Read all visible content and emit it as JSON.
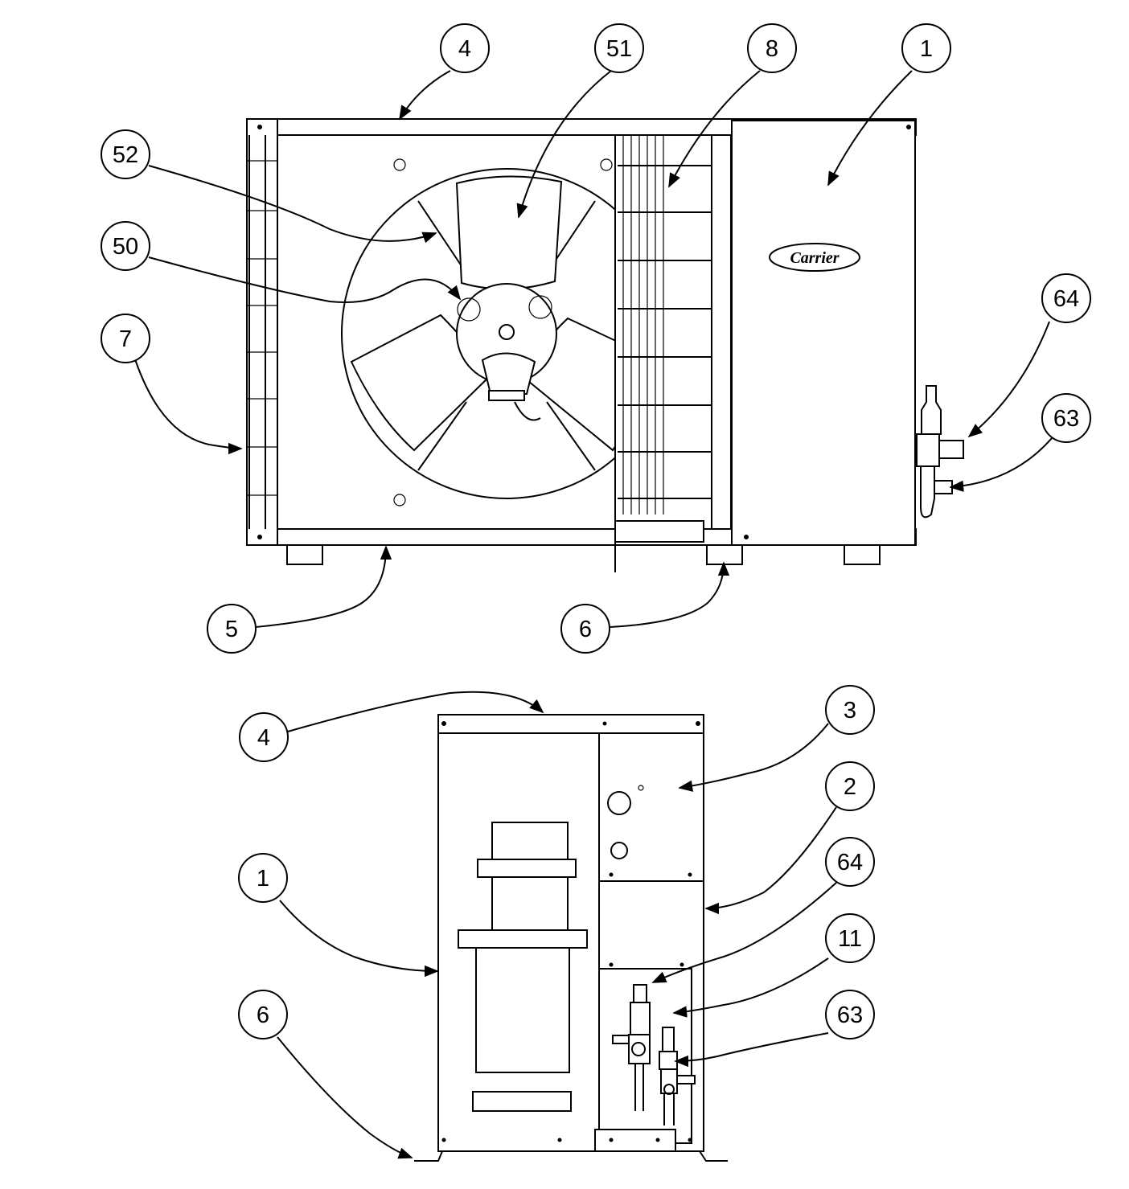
{
  "brand": {
    "logo_text": "Carrier"
  },
  "front_view": {
    "callouts": [
      {
        "id": "4",
        "label": "4"
      },
      {
        "id": "51",
        "label": "51"
      },
      {
        "id": "8",
        "label": "8"
      },
      {
        "id": "1",
        "label": "1"
      },
      {
        "id": "52",
        "label": "52"
      },
      {
        "id": "50",
        "label": "50"
      },
      {
        "id": "7",
        "label": "7"
      },
      {
        "id": "64",
        "label": "64"
      },
      {
        "id": "63",
        "label": "63"
      },
      {
        "id": "5",
        "label": "5"
      },
      {
        "id": "6",
        "label": "6"
      }
    ]
  },
  "side_view": {
    "callouts": [
      {
        "id": "4",
        "label": "4"
      },
      {
        "id": "3",
        "label": "3"
      },
      {
        "id": "2",
        "label": "2"
      },
      {
        "id": "64",
        "label": "64"
      },
      {
        "id": "1",
        "label": "1"
      },
      {
        "id": "11",
        "label": "11"
      },
      {
        "id": "6",
        "label": "6"
      },
      {
        "id": "63",
        "label": "63"
      }
    ]
  }
}
